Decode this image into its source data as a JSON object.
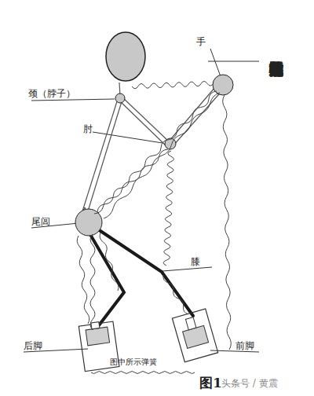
{
  "diagram": {
    "title": "手与各关节连接与机械运动中弹簧对照图",
    "caption": "图1",
    "labels": [
      "颈（脖子）",
      "肘",
      "手",
      "尾闾",
      "膝",
      "后脚",
      "前脚",
      "头条号 / 黄震"
    ],
    "legend": [
      {
        "text": "图中所示弹簧"
      }
    ]
  }
}
